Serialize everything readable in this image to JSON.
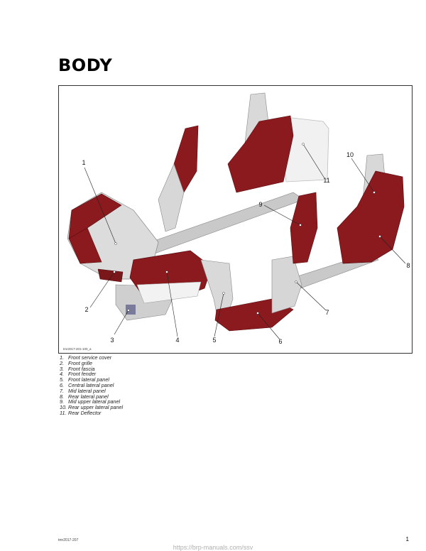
{
  "page": {
    "title": "BODY",
    "figure_code": "tmr2017-201-100_a",
    "callouts": [
      "1",
      "2",
      "3",
      "4",
      "5",
      "6",
      "7",
      "8",
      "9",
      "10",
      "11"
    ],
    "legend": [
      {
        "num": "1.",
        "text": "Front service cover"
      },
      {
        "num": "2.",
        "text": "Front grille"
      },
      {
        "num": "3.",
        "text": "Front fascia"
      },
      {
        "num": "4.",
        "text": "Front fender"
      },
      {
        "num": "5.",
        "text": "Front lateral panel"
      },
      {
        "num": "6.",
        "text": "Central lateral panel"
      },
      {
        "num": "7.",
        "text": "Mid lateral panel"
      },
      {
        "num": "8.",
        "text": "Rear lateral panel"
      },
      {
        "num": "9.",
        "text": "Mid upper lateral panel"
      },
      {
        "num": "10.",
        "text": "Rear upper lateral panel"
      },
      {
        "num": "11.",
        "text": "Rear Deflector"
      }
    ],
    "footer_code": "tmr2017-207",
    "page_number": "1",
    "watermark_url": "https://brp-manuals.com/ssv"
  },
  "colors": {
    "panel_red": "#8b1a1f",
    "panel_grey": "#d4d4d4",
    "deflector": "#f0f0f0"
  }
}
